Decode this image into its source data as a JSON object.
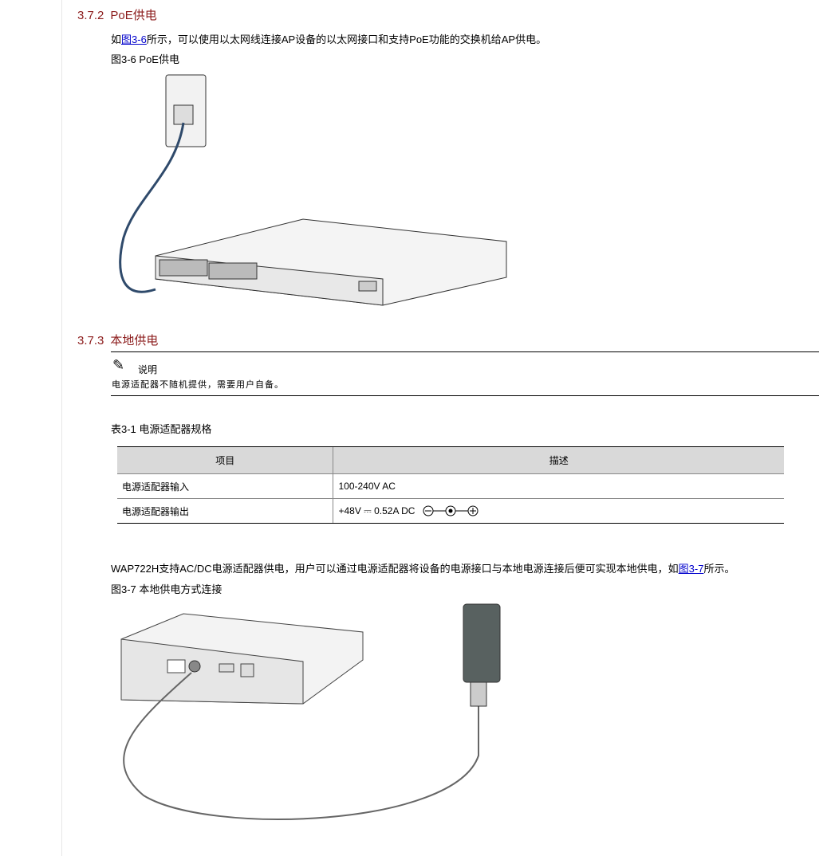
{
  "section1": {
    "number": "3.7.2",
    "title": "PoE供电",
    "para_pre": "如",
    "link": "图3-6",
    "para_post": "所示，可以使用以太网线连接AP设备的以太网接口和支持PoE功能的交换机给AP供电。",
    "figure_caption": "图3-6 PoE供电"
  },
  "section2": {
    "number": "3.7.3",
    "title": "本地供电",
    "note_label": "说明",
    "note_text": "电源适配器不随机提供，需要用户自备。",
    "table_caption": "表3-1 电源适配器规格",
    "table": {
      "headers": [
        "项目",
        "描述"
      ],
      "rows": [
        [
          "电源适配器输入",
          "100-240V AC"
        ],
        [
          "电源适配器输出",
          "+48V ⎓ 0.52A DC"
        ]
      ]
    },
    "para_pre": "WAP722H支持AC/DC电源适配器供电，用户可以通过电源适配器将设备的电源接口与本地电源连接后便可实现本地供电，如",
    "link": "图3-7",
    "para_post": "所示。",
    "figure_caption": "图3-7 本地供电方式连接"
  }
}
